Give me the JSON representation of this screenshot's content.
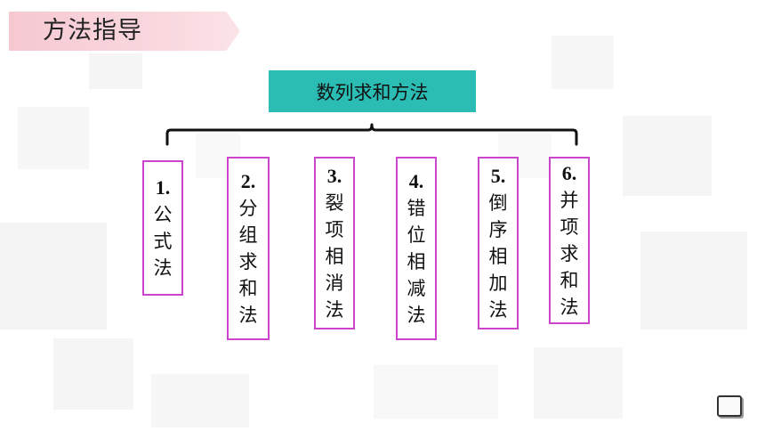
{
  "header": {
    "title": "方法指导"
  },
  "diagram": {
    "root": "数列求和方法",
    "children": [
      {
        "num": "1.",
        "chars": [
          "公",
          "式",
          "法"
        ]
      },
      {
        "num": "2.",
        "chars": [
          "分",
          "组",
          "求",
          "和",
          "法"
        ]
      },
      {
        "num": "3.",
        "chars": [
          "裂",
          "项",
          "相",
          "消",
          "法"
        ]
      },
      {
        "num": "4.",
        "chars": [
          "错",
          "位",
          "相",
          "减",
          "法"
        ]
      },
      {
        "num": "5.",
        "chars": [
          "倒",
          "序",
          "相",
          "加",
          "法"
        ]
      },
      {
        "num": "6.",
        "chars": [
          "并",
          "项",
          "求",
          "和",
          "法"
        ]
      }
    ]
  },
  "colors": {
    "root_fill": "#2bbcb3",
    "child_border": "#cc44cc",
    "banner": "#f6c8d2"
  }
}
